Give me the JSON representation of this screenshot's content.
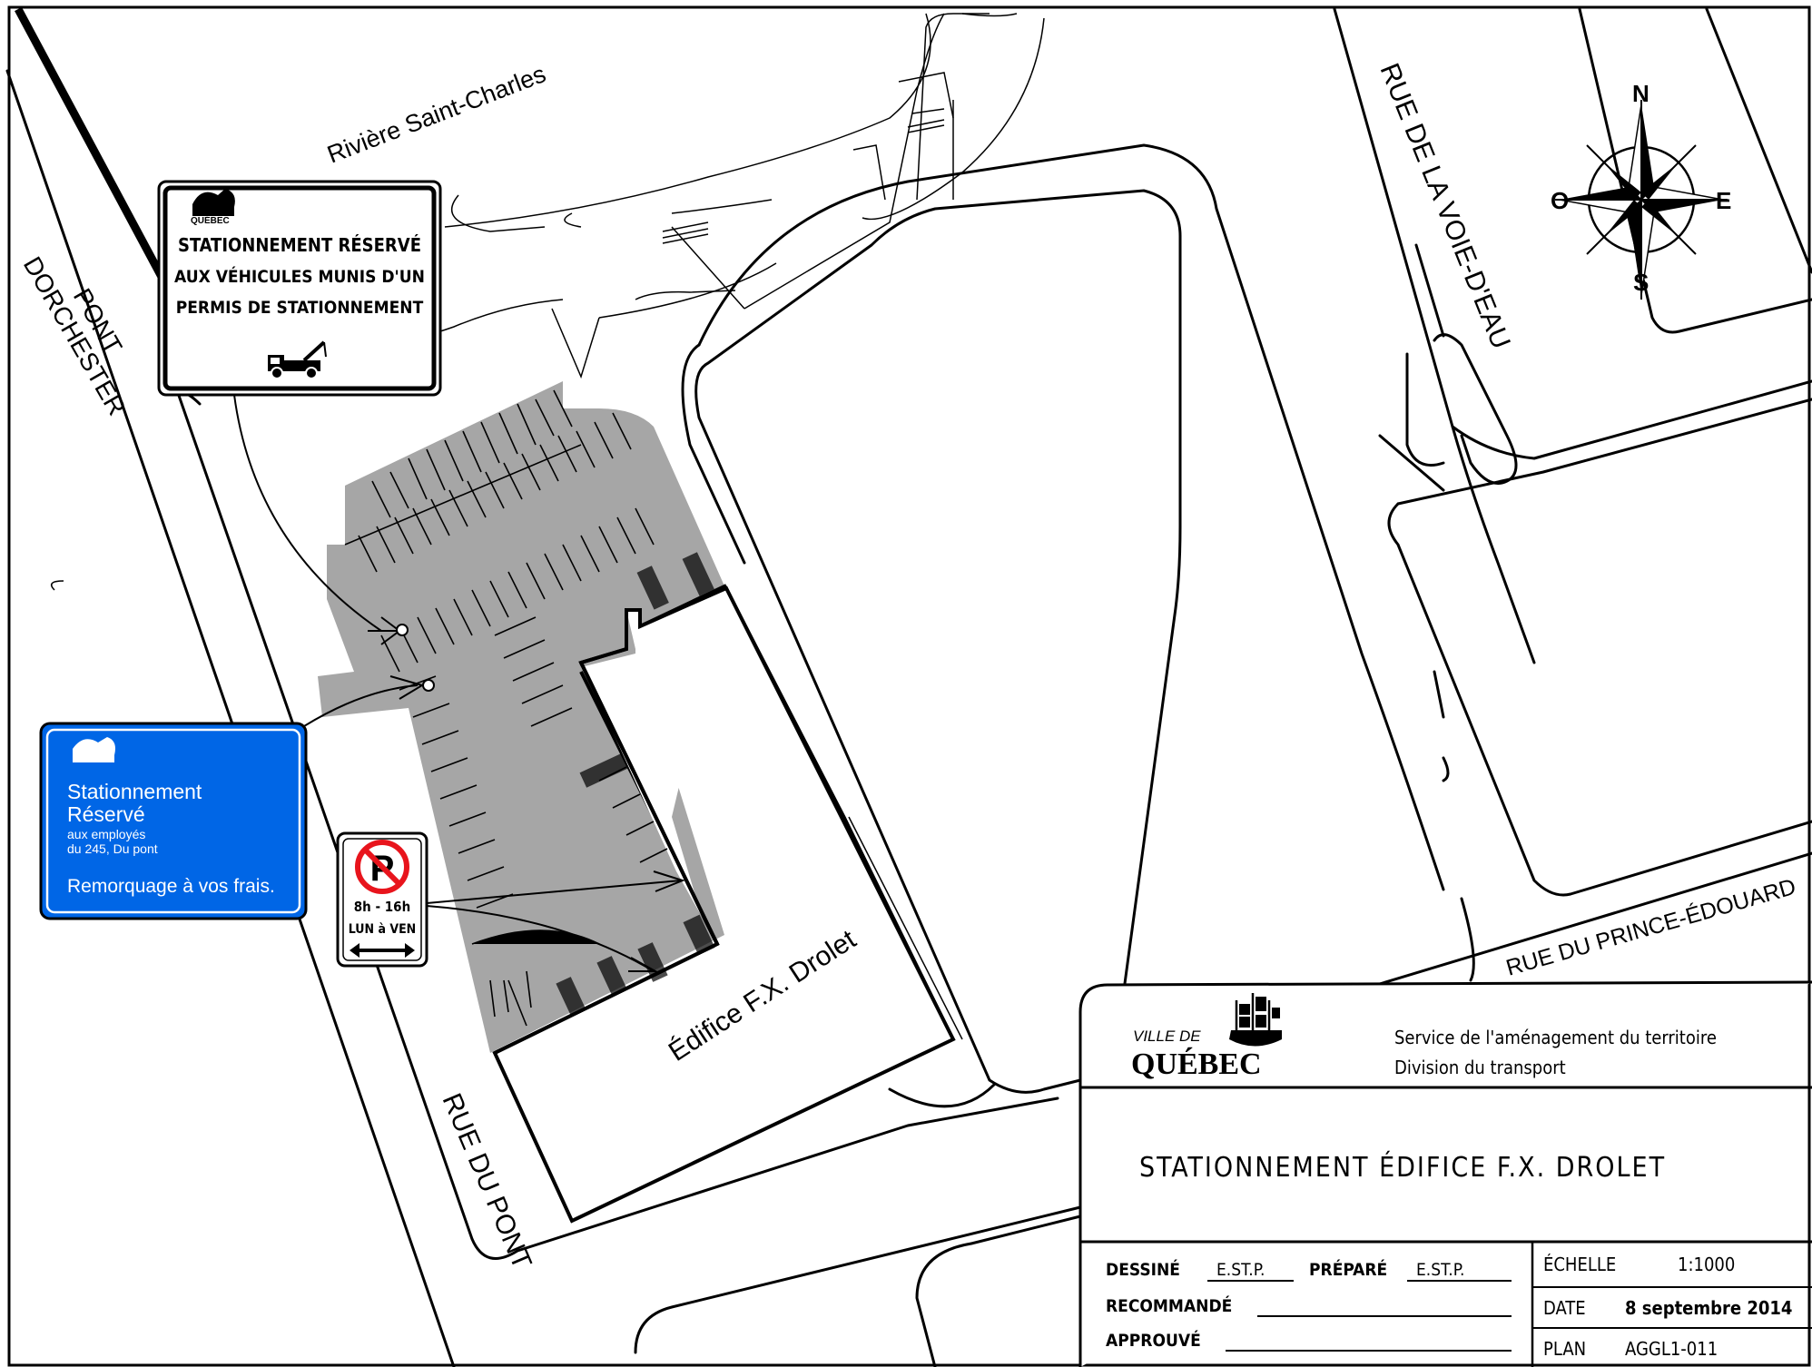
{
  "map": {
    "labels": {
      "river": "Rivière Saint-Charles",
      "bridge": "PONT DORCHESTER",
      "street_voie": "RUE DE LA VOIE-D'EAU",
      "street_prince": "RUE DU PRINCE-ÉDOUARD",
      "street_pont": "RUE DU PONT",
      "building": "Édifice F.X. Drolet"
    },
    "compass": {
      "north": "N",
      "south": "S",
      "east": "E",
      "west": "O"
    },
    "colors": {
      "parking": "#a6a6a6",
      "sign_blue": "#0066e6",
      "no_parking_red": "#e8141c"
    }
  },
  "signs": {
    "permit": {
      "logo_text": "QUÉBEC",
      "line1": "STATIONNEMENT  RÉSERVÉ",
      "line2": "AUX VÉHICULES MUNIS D'UN",
      "line3": "PERMIS  DE  STATIONNEMENT",
      "tow_icon": "tow-truck-icon"
    },
    "employees": {
      "line1": "Stationnement",
      "line2": "Réservé",
      "line3": "aux employés",
      "line4": "du 245, Du pont",
      "line5": "Remorquage à vos frais."
    },
    "no_parking": {
      "symbol": "P",
      "hours": "8h - 16h",
      "days": "LUN à VEN"
    }
  },
  "title_block": {
    "logo_ville": "VILLE DE",
    "logo_name": "QUÉBEC",
    "service": "Service de l'aménagement du territoire",
    "division": "Division du transport",
    "title": "STATIONNEMENT ÉDIFICE F.X. DROLET",
    "drawn_label": "DESSINÉ",
    "drawn_value": "E.ST.P.",
    "prepared_label": "PRÉPARÉ",
    "prepared_value": "E.ST.P.",
    "recommended_label": "RECOMMANDÉ",
    "approved_label": "APPROUVÉ",
    "scale_label": "ÉCHELLE",
    "scale_value": "1:1000",
    "date_label": "DATE",
    "date_value": "8 septembre 2014",
    "plan_label": "PLAN",
    "plan_value": "AGGL1-011"
  }
}
